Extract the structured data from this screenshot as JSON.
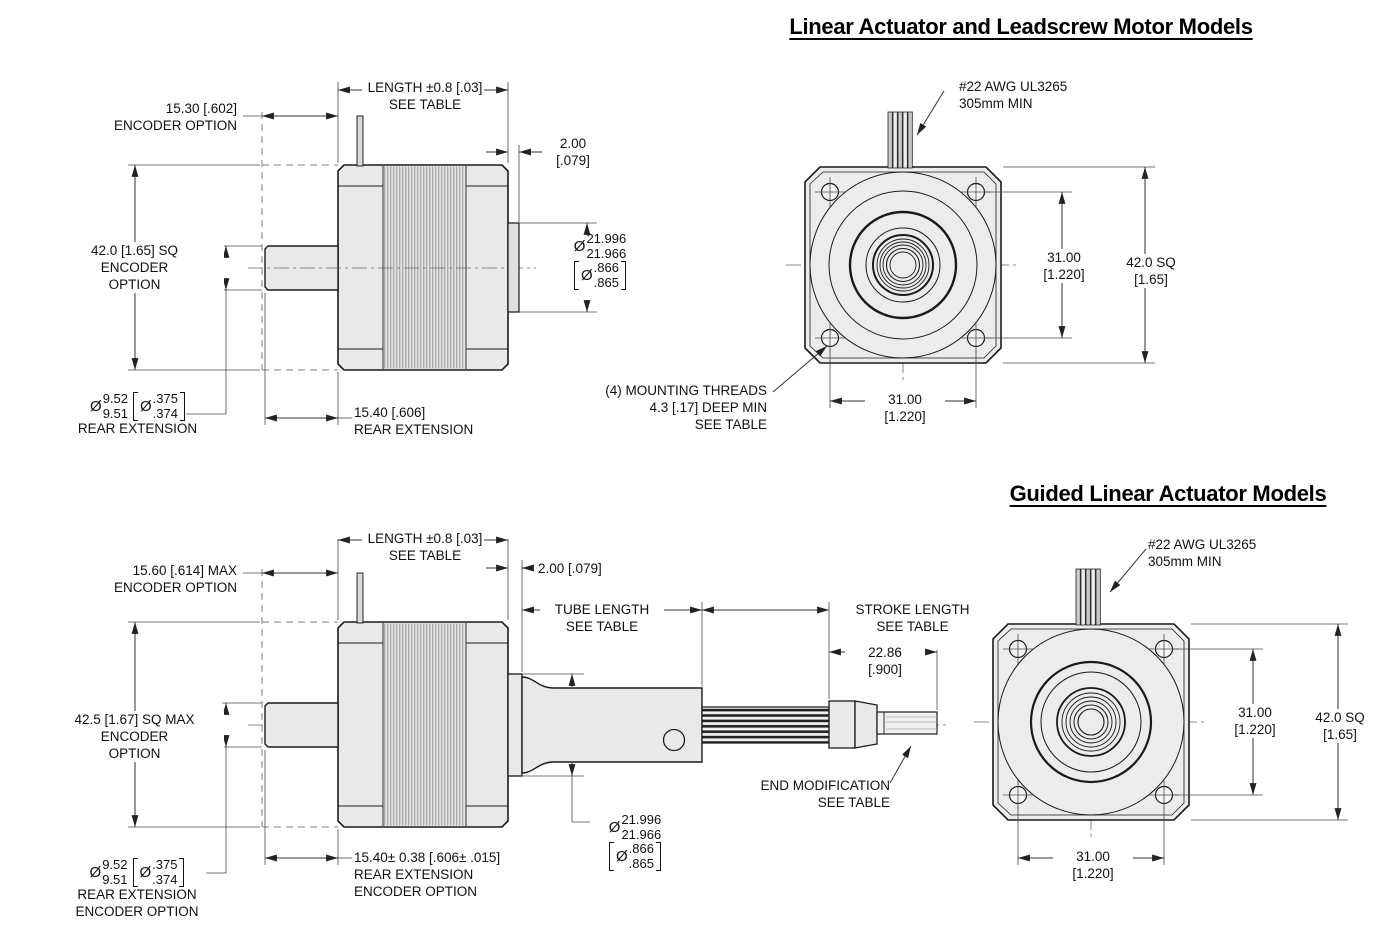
{
  "titles": {
    "leadscrew": "Linear Actuator and Leadscrew Motor Models",
    "guided": "Guided Linear Actuator Models"
  },
  "leadscrew_side": {
    "encoder_length": {
      "l1": "15.30 [.602]",
      "l2": "ENCODER OPTION"
    },
    "length": {
      "l1": "LENGTH ±0.8 [.03]",
      "l2": "SEE TABLE"
    },
    "pilot_depth": {
      "l1": "2.00",
      "l2": "[.079]"
    },
    "encoder_square": {
      "l1": "42.0 [1.65] SQ",
      "l2": "ENCODER",
      "l3": "OPTION"
    },
    "pilot_dia": {
      "sym": "Ø",
      "mm_max": "21.996",
      "mm_min": "21.966",
      "in_max": ".866",
      "in_min": ".865"
    },
    "rear_shaft_dia": {
      "sym": "Ø",
      "mm_max": "9.52",
      "mm_min": "9.51",
      "in_max": ".375",
      "in_min": ".374",
      "cap1": "REAR EXTENSION"
    },
    "rear_extension": {
      "l1": "15.40 [.606]",
      "l2": "REAR EXTENSION"
    }
  },
  "leadscrew_front": {
    "wire": {
      "l1": "#22 AWG UL3265",
      "l2": "305mm MIN"
    },
    "bolt_spacing_v": {
      "mm": "31.00",
      "inch": "[1.220]"
    },
    "frame_square": {
      "mm": "42.0 SQ",
      "inch": "[1.65]"
    },
    "bolt_spacing_h": {
      "mm": "31.00",
      "inch": "[1.220]"
    },
    "mounting": {
      "l1": "(4) MOUNTING THREADS",
      "l2": "4.3 [.17] DEEP MIN",
      "l3": "SEE TABLE"
    }
  },
  "guided_side": {
    "encoder_length": {
      "l1": "15.60 [.614] MAX",
      "l2": "ENCODER OPTION"
    },
    "length": {
      "l1": "LENGTH ±0.8 [.03]",
      "l2": "SEE TABLE"
    },
    "pilot_depth": {
      "l1": "2.00 [.079]"
    },
    "tube_length": {
      "l1": "TUBE LENGTH",
      "l2": "SEE TABLE"
    },
    "stroke_length": {
      "l1": "STROKE LENGTH",
      "l2": "SEE TABLE"
    },
    "stroke_dim": {
      "mm": "22.86",
      "inch": "[.900]"
    },
    "end_mod": {
      "l1": "END MODIFICATION",
      "l2": "SEE TABLE"
    },
    "encoder_square": {
      "l1": "42.5 [1.67] SQ MAX",
      "l2": "ENCODER",
      "l3": "OPTION"
    },
    "tube_dia": {
      "sym": "Ø",
      "mm_max": "21.996",
      "mm_min": "21.966",
      "in_max": ".866",
      "in_min": ".865"
    },
    "rear_shaft_dia": {
      "sym": "Ø",
      "mm_max": "9.52",
      "mm_min": "9.51",
      "in_max": ".375",
      "in_min": ".374",
      "cap1": "REAR EXTENSION",
      "cap2": "ENCODER OPTION"
    },
    "rear_extension": {
      "l1": "15.40± 0.38 [.606± .015]",
      "l2": "REAR EXTENSION",
      "l3": "ENCODER OPTION"
    }
  },
  "guided_front": {
    "wire": {
      "l1": "#22 AWG UL3265",
      "l2": "305mm MIN"
    },
    "bolt_spacing_v": {
      "mm": "31.00",
      "inch": "[1.220]"
    },
    "frame_square": {
      "mm": "42.0 SQ",
      "inch": "[1.65]"
    },
    "bolt_spacing_h": {
      "mm": "31.00",
      "inch": "[1.220]"
    }
  },
  "colors": {
    "body_fill": "#e9e9e9",
    "line": "#1a1a1a"
  }
}
